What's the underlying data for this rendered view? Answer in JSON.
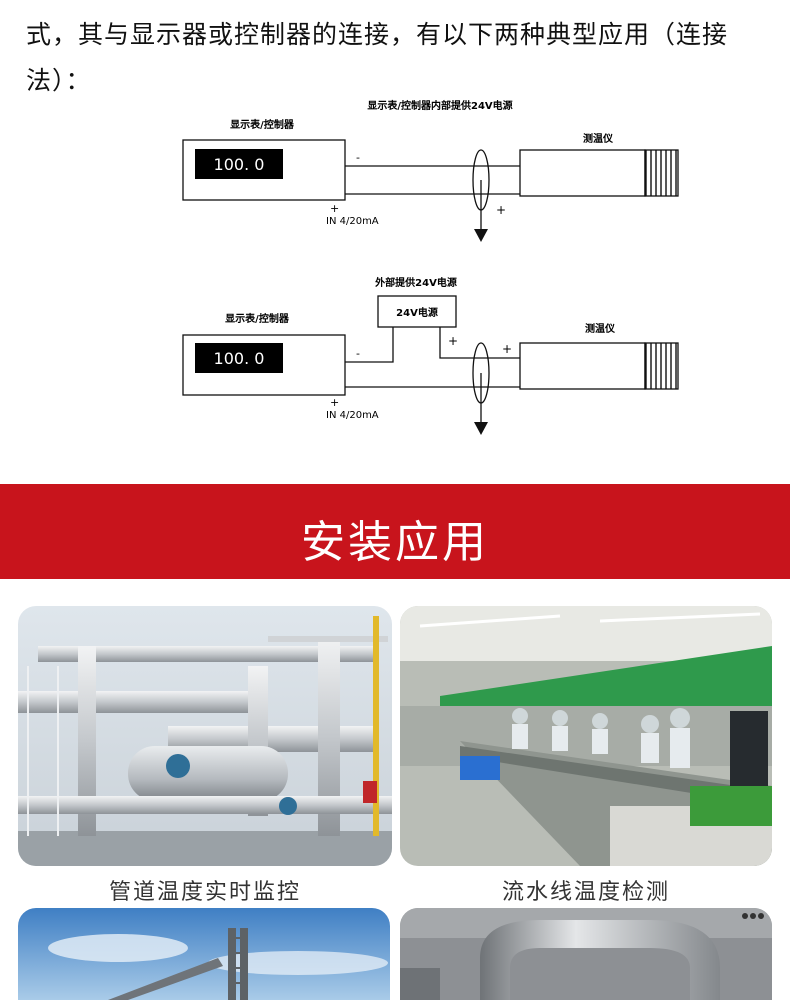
{
  "intro": {
    "text": "式，其与显示器或控制器的连接，有以下两种典型应用（连接法）："
  },
  "diagram1": {
    "title": "显示表/控制器内部提供24V电源",
    "controller_label": "显示表/控制器",
    "display_value": "100. 0",
    "minus_label": "-",
    "plus_label": "+",
    "input_label": "IN 4/20mA",
    "sensor_label": "测温仪",
    "sensor_plus": "+"
  },
  "diagram2": {
    "title": "外部提供24V电源",
    "power_label": "24V电源",
    "controller_label": "显示表/控制器",
    "display_value": "100. 0",
    "minus_label": "-",
    "plus_label": "+",
    "input_label": "IN 4/20mA",
    "power_plus": "+",
    "sensor_plus": "+",
    "sensor_label": "测温仪"
  },
  "banner": {
    "title": "安装应用"
  },
  "gallery": [
    {
      "caption": "管道温度实时监控"
    },
    {
      "caption": "流水线温度检测"
    }
  ],
  "colors": {
    "banner": "#c8141c"
  }
}
